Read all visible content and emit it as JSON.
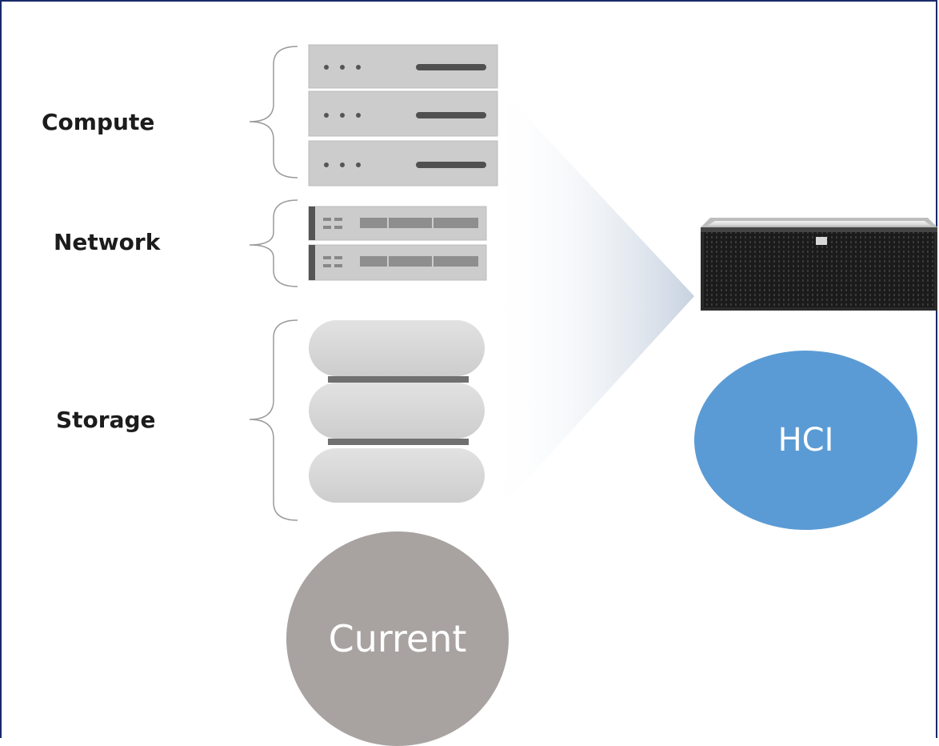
{
  "labels": {
    "compute": "Compute",
    "network": "Network",
    "storage": "Storage"
  },
  "circles": {
    "current": "Current",
    "hci": "HCI"
  },
  "colors": {
    "frame": "#1a2b6b",
    "current_circle": "#a8a3a1",
    "hci_circle": "#5b9bd5",
    "server_unit": "#c9c9c9",
    "storage_disk": "#d6d6d6"
  },
  "icons": {
    "compute": "rack-server-icon",
    "network": "network-switch-icon",
    "storage": "storage-disk-stack-icon",
    "hci": "hci-appliance-icon"
  }
}
